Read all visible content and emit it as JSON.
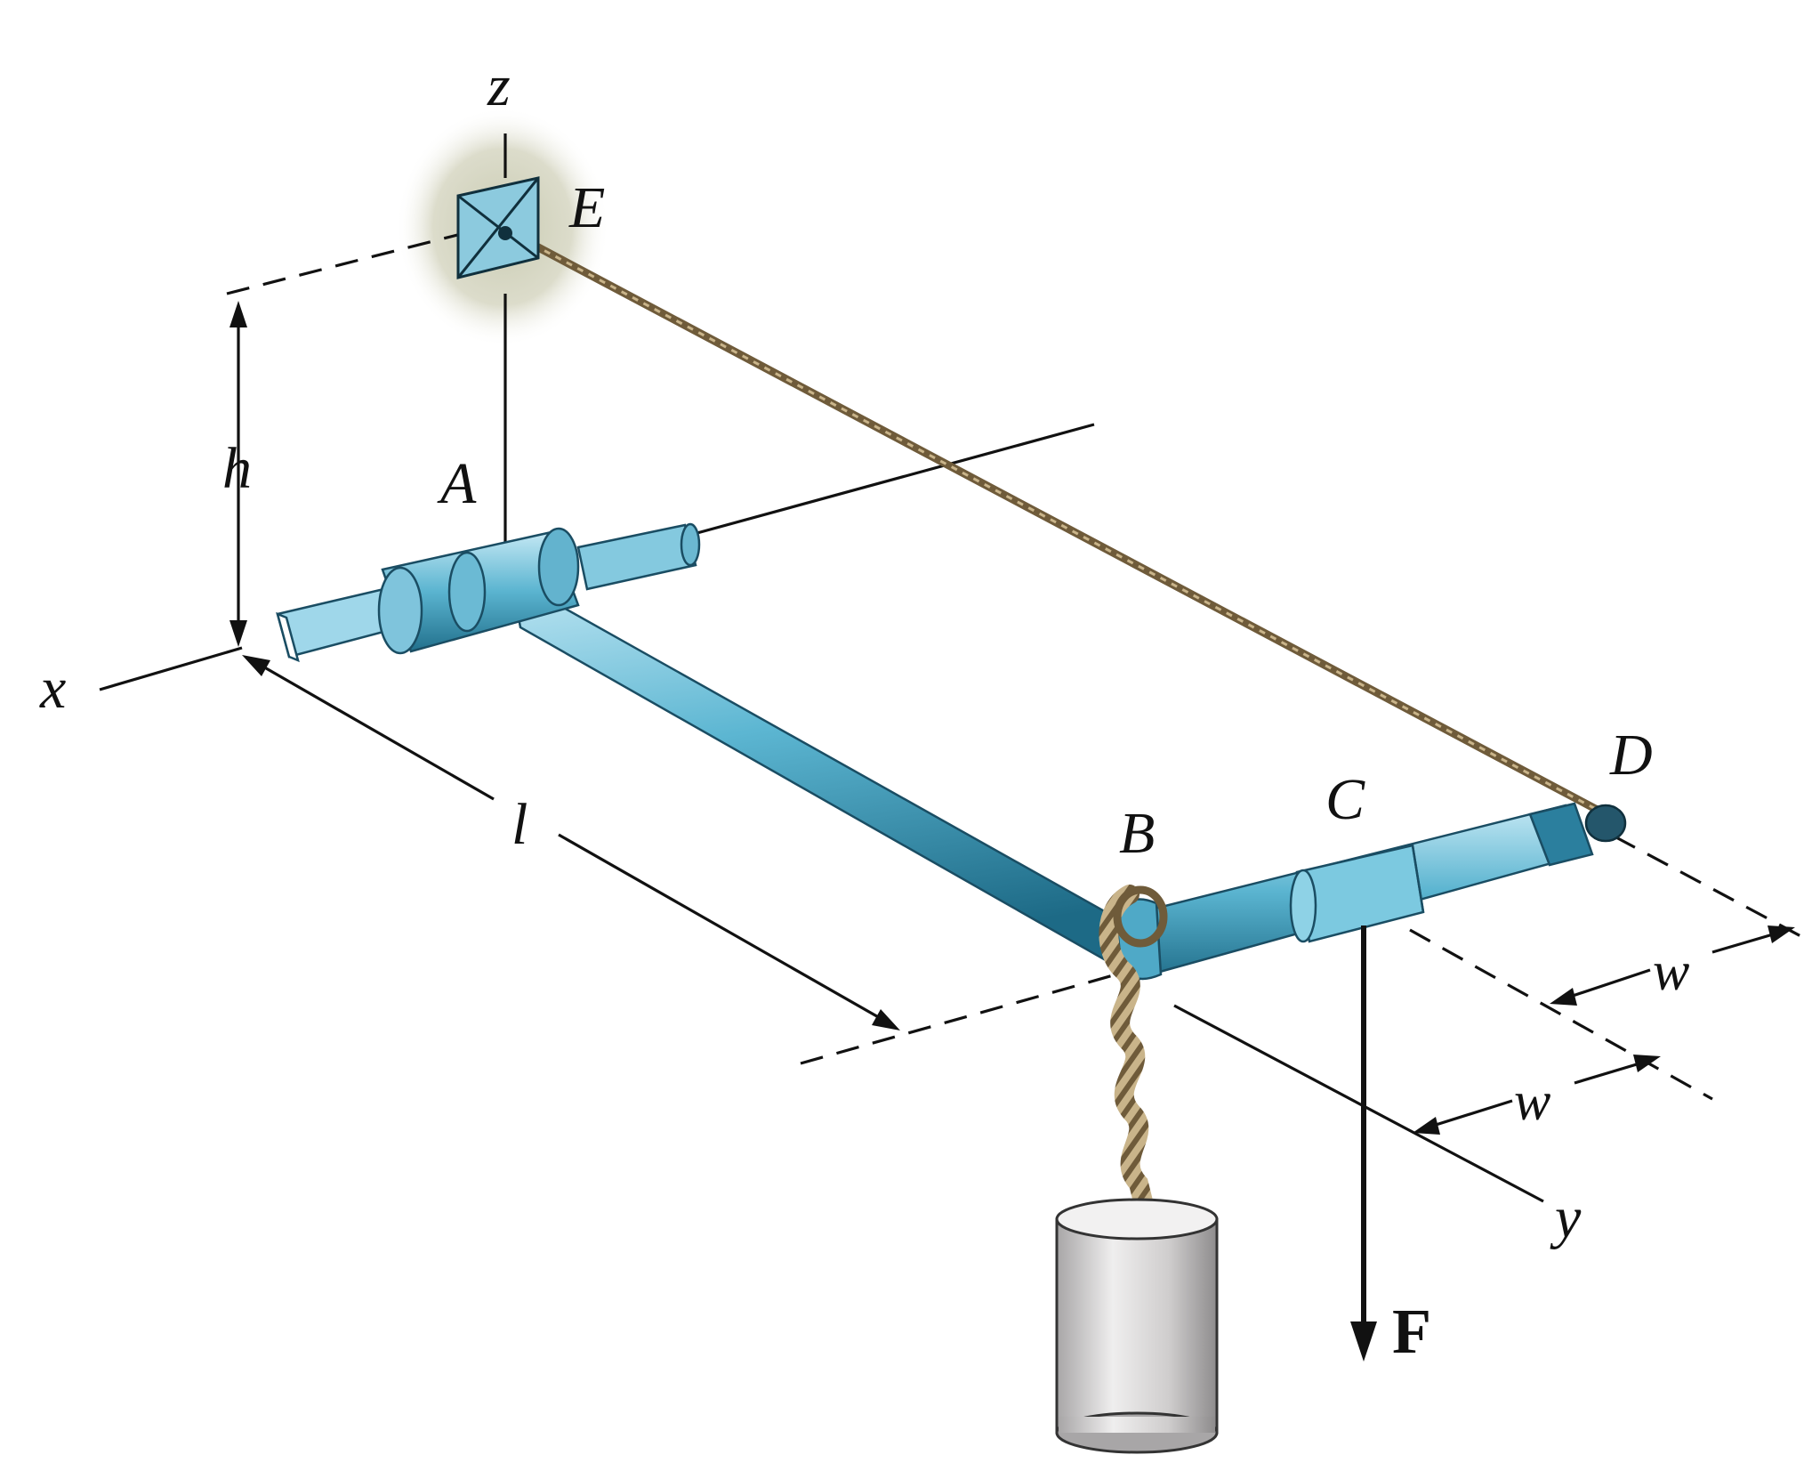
{
  "diagram": {
    "axes": {
      "x": "x",
      "y": "y",
      "z": "z"
    },
    "points": {
      "A": "A",
      "B": "B",
      "C": "C",
      "D": "D",
      "E": "E"
    },
    "dimensions": {
      "height": "h",
      "length": "l",
      "width_1": "w",
      "width_2": "w"
    },
    "force": "F",
    "colors": {
      "shaft": "#3b9fc1",
      "shaft_highlight": "#bfe6f3",
      "shaft_dark": "#1d6a86",
      "rope": "#a08a64",
      "weight": "#cfcdcd",
      "bracket": "#7fc0d4",
      "bracket_glow": "#d9dac8"
    },
    "icons": [
      "rope-icon",
      "weight-cylinder-icon",
      "force-arrow-icon",
      "ball-socket-bracket-icon"
    ]
  }
}
